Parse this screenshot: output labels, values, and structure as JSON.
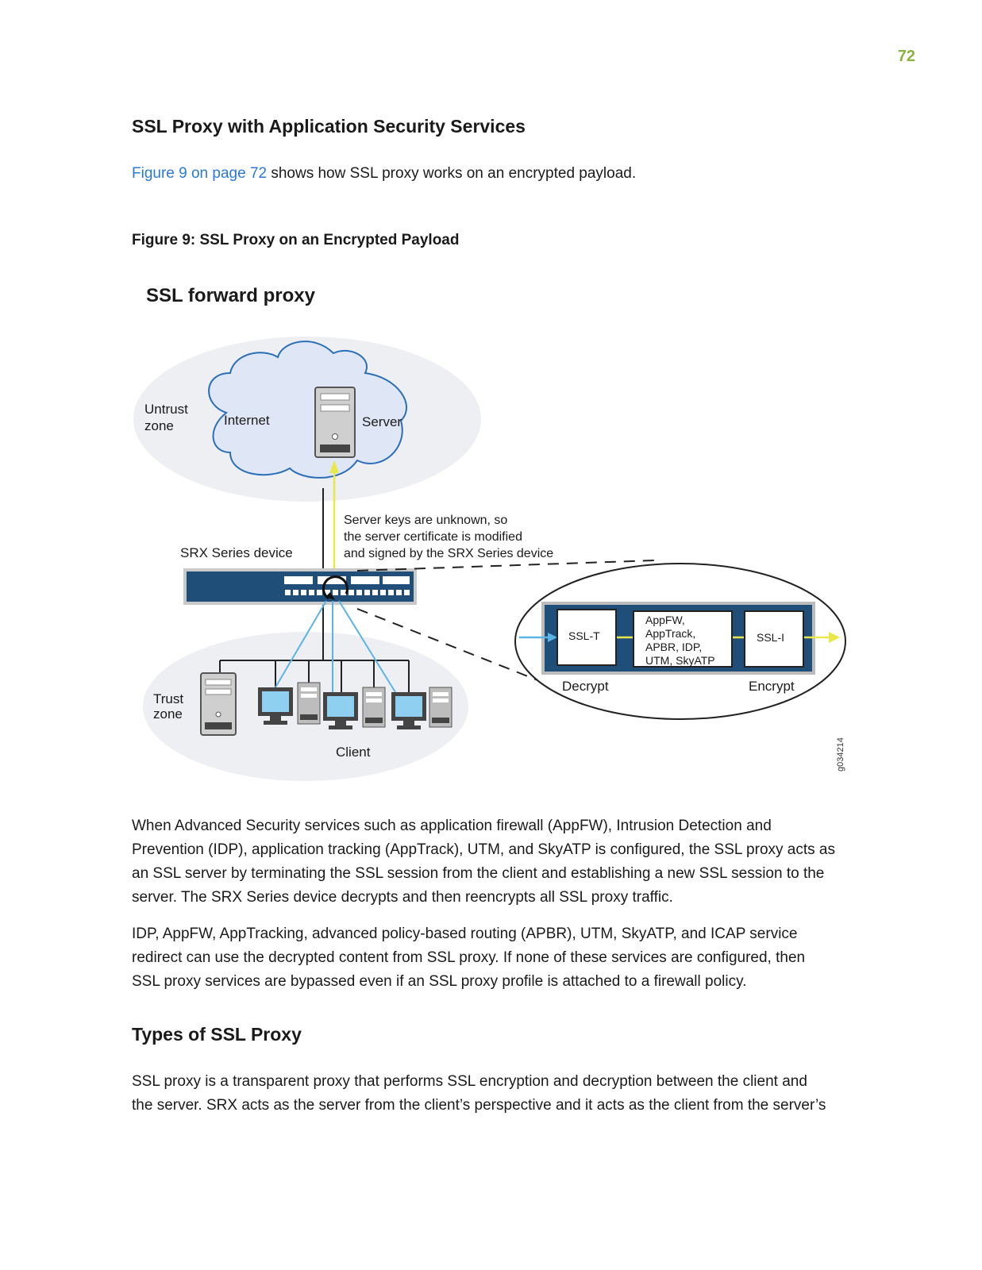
{
  "page_number": "72",
  "section1": {
    "heading": "SSL Proxy with Application Security Services",
    "intro_link": "Figure 9 on page 72",
    "intro_rest": " shows how SSL proxy works on an encrypted payload."
  },
  "figure": {
    "caption": "Figure 9: SSL Proxy on an Encrypted Payload",
    "title": "SSL forward proxy",
    "untrust_line1": "Untrust",
    "untrust_line2": "zone",
    "internet": "Internet",
    "server": "Server",
    "note_line1": "Server keys are unknown, so",
    "note_line2": "the server certificate is modified",
    "note_line3": "and signed by the SRX Series device",
    "srx": "SRX Series device",
    "trust_line1": "Trust",
    "trust_line2": "zone",
    "client": "Client",
    "ssl_t": "SSL-T",
    "services_line1": "AppFW,",
    "services_line2": "AppTrack,",
    "services_line3": "APBR, IDP,",
    "services_line4": "UTM, SkyATP",
    "ssl_i": "SSL-I",
    "decrypt": "Decrypt",
    "encrypt": "Encrypt",
    "figure_id": "g034214"
  },
  "body": {
    "para1_line1": "When Advanced Security services such as application firewall (AppFW), Intrusion Detection and",
    "para1_line2": "Prevention (IDP), application tracking (AppTrack), UTM, and SkyATP is configured, the SSL proxy acts as",
    "para1_line3": "an SSL server by terminating the SSL session from the client and establishing a new SSL session to the",
    "para1_line4": "server. The SRX Series device decrypts and then reencrypts all SSL proxy traffic.",
    "para2_line1": "IDP, AppFW, AppTracking, advanced policy-based routing (APBR), UTM, SkyATP, and ICAP service",
    "para2_line2": "redirect can use the decrypted content from SSL proxy. If none of these services are configured, then",
    "para2_line3": "SSL proxy services are bypassed even if an SSL proxy profile is attached to a firewall policy."
  },
  "section2": {
    "heading": "Types of SSL Proxy",
    "para_line1": "SSL proxy is a transparent proxy that performs SSL encryption and decryption between the client and",
    "para_line2": "the server. SRX acts as the server from the client’s perspective and it acts as the client from the server’s"
  },
  "colors": {
    "page_number": "#8ab33f",
    "link": "#2a7ad5",
    "device_blue": "#1f4e79",
    "arrow_blue": "#5ab4e5",
    "arrow_yellow": "#e8e84a"
  }
}
